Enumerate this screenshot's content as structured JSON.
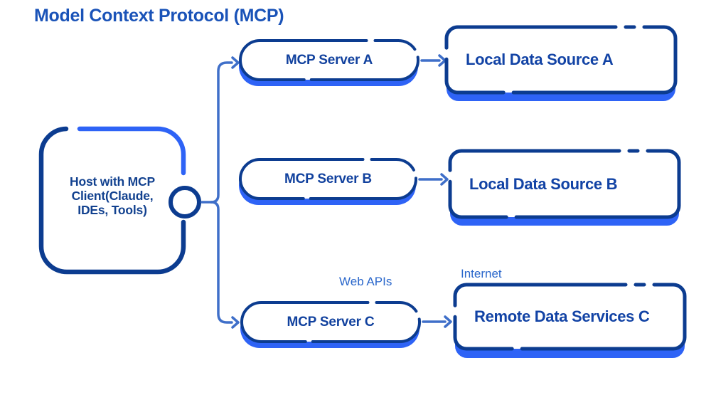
{
  "title": "Model Context Protocol (MCP)",
  "host": {
    "label": "Host with MCP Client(Claude, IDEs, Tools)",
    "lines": [
      "Host with MCP",
      "Client(Claude,",
      "IDEs, Tools)"
    ]
  },
  "servers": [
    {
      "id": "A",
      "label": "MCP Server A"
    },
    {
      "id": "B",
      "label": "MCP Server B"
    },
    {
      "id": "C",
      "label": "MCP Server C"
    }
  ],
  "data_sources": [
    {
      "id": "A",
      "label": "Local Data Source A"
    },
    {
      "id": "B",
      "label": "Local Data Source B"
    },
    {
      "id": "C",
      "label": "Remote Data Services C"
    }
  ],
  "annotations": {
    "web_apis": "Web APIs",
    "internet": "Internet"
  },
  "colors": {
    "navy_border": "#0c3c90",
    "bright_blue": "#2e63f6",
    "connector_line": "#3f6fc9",
    "title_text": "#1a53b8",
    "node_text": "#1243a5",
    "annotation_text": "#2a67cb",
    "background": "#ffffff"
  }
}
